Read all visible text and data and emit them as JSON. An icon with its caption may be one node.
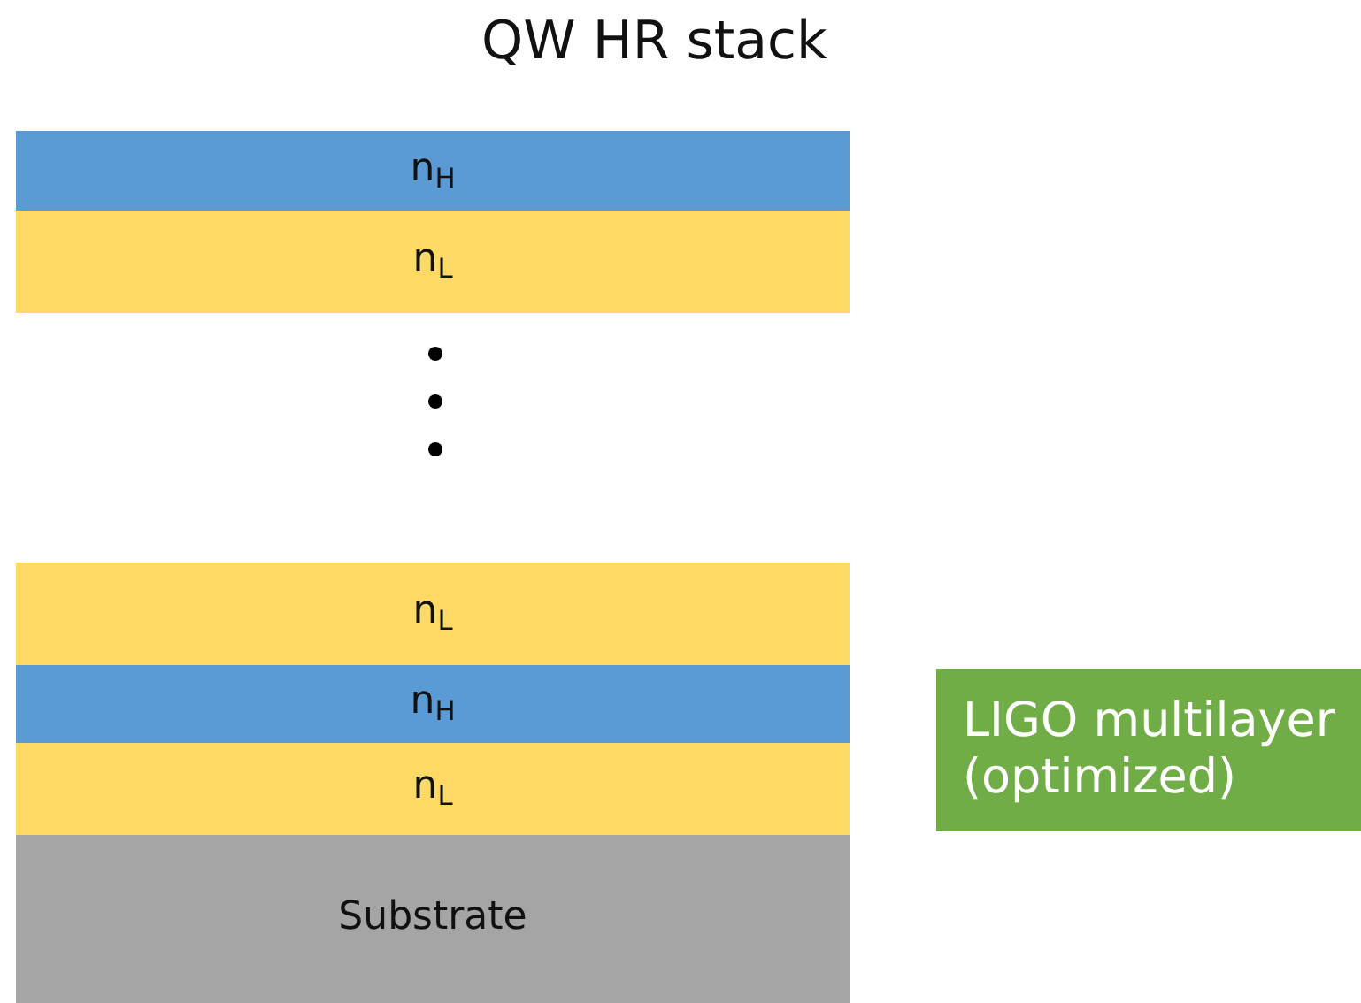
{
  "diagram": {
    "title": "QW HR stack",
    "nodes": [
      {
        "text": [
          "n$_{H}$"
        ]
      },
      {
        "text": [
          "n$_{L}$"
        ]
      },
      {
        "text": [
          "n$_{L}$"
        ]
      },
      {
        "text": [
          "n$_{H}$"
        ]
      },
      {
        "text": [
          "n$_{L}$"
        ]
      },
      {
        "text": [
          "Substrate"
        ]
      },
      {
        "text": [
          "LIGO multilayer (optimized)"
        ]
      }
    ]
  }
}
